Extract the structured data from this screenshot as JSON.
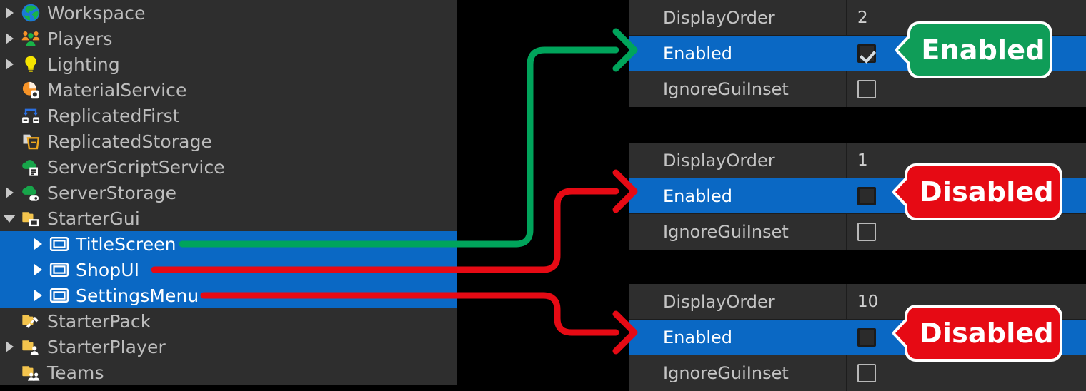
{
  "explorer": {
    "panel_bg": "#2e2e2e",
    "selection_color": "#0a68c4",
    "items": [
      {
        "label": "Workspace",
        "icon": "workspace-icon",
        "indent": 0,
        "twisty": "collapsed",
        "selected": false
      },
      {
        "label": "Players",
        "icon": "players-icon",
        "indent": 0,
        "twisty": "collapsed",
        "selected": false
      },
      {
        "label": "Lighting",
        "icon": "lighting-icon",
        "indent": 0,
        "twisty": "collapsed",
        "selected": false
      },
      {
        "label": "MaterialService",
        "icon": "material-service-icon",
        "indent": 0,
        "twisty": "none",
        "selected": false
      },
      {
        "label": "ReplicatedFirst",
        "icon": "replicated-first-icon",
        "indent": 0,
        "twisty": "none",
        "selected": false
      },
      {
        "label": "ReplicatedStorage",
        "icon": "replicated-storage-icon",
        "indent": 0,
        "twisty": "none",
        "selected": false
      },
      {
        "label": "ServerScriptService",
        "icon": "server-script-service-icon",
        "indent": 0,
        "twisty": "none",
        "selected": false
      },
      {
        "label": "ServerStorage",
        "icon": "server-storage-icon",
        "indent": 0,
        "twisty": "collapsed",
        "selected": false
      },
      {
        "label": "StarterGui",
        "icon": "starter-gui-icon",
        "indent": 0,
        "twisty": "expanded",
        "selected": false
      },
      {
        "label": "TitleScreen",
        "icon": "screen-gui-icon",
        "indent": 1,
        "twisty": "collapsed",
        "selected": true
      },
      {
        "label": "ShopUI",
        "icon": "screen-gui-icon",
        "indent": 1,
        "twisty": "collapsed",
        "selected": true
      },
      {
        "label": "SettingsMenu",
        "icon": "screen-gui-icon",
        "indent": 1,
        "twisty": "collapsed",
        "selected": true
      },
      {
        "label": "StarterPack",
        "icon": "starter-pack-icon",
        "indent": 0,
        "twisty": "none",
        "selected": false
      },
      {
        "label": "StarterPlayer",
        "icon": "starter-player-icon",
        "indent": 0,
        "twisty": "collapsed",
        "selected": false
      },
      {
        "label": "Teams",
        "icon": "teams-icon",
        "indent": 0,
        "twisty": "none",
        "selected": false
      }
    ]
  },
  "properties": {
    "groups": [
      {
        "rows": [
          {
            "name": "DisplayOrder",
            "value": "2",
            "type": "text",
            "selected": false
          },
          {
            "name": "Enabled",
            "value": "",
            "type": "checkbox",
            "checked": true,
            "selected": true
          },
          {
            "name": "IgnoreGuiInset",
            "value": "",
            "type": "checkbox",
            "checked": false,
            "selected": false
          }
        ]
      },
      {
        "rows": [
          {
            "name": "DisplayOrder",
            "value": "1",
            "type": "text",
            "selected": false
          },
          {
            "name": "Enabled",
            "value": "",
            "type": "checkbox",
            "checked": false,
            "selected": true
          },
          {
            "name": "IgnoreGuiInset",
            "value": "",
            "type": "checkbox",
            "checked": false,
            "selected": false
          }
        ]
      },
      {
        "rows": [
          {
            "name": "DisplayOrder",
            "value": "10",
            "type": "text",
            "selected": false
          },
          {
            "name": "Enabled",
            "value": "",
            "type": "checkbox",
            "checked": false,
            "selected": true
          },
          {
            "name": "IgnoreGuiInset",
            "value": "",
            "type": "checkbox",
            "checked": false,
            "selected": false
          }
        ]
      }
    ]
  },
  "callouts": [
    {
      "label": "Enabled",
      "color": "#0f9d58",
      "state": "enabled"
    },
    {
      "label": "Disabled",
      "color": "#e60a14",
      "state": "disabled"
    },
    {
      "label": "Disabled",
      "color": "#e60a14",
      "state": "disabled"
    }
  ],
  "connectors": [
    {
      "from": "TitleScreen",
      "to": "group-1-Enabled",
      "color": "#00a45b"
    },
    {
      "from": "ShopUI",
      "to": "group-2-Enabled",
      "color": "#e60a14"
    },
    {
      "from": "SettingsMenu",
      "to": "group-3-Enabled",
      "color": "#e60a14"
    }
  ],
  "colors": {
    "green": "#00a45b",
    "red": "#e60a14",
    "badge_green": "#0f9d58",
    "badge_red": "#e60a14",
    "selection": "#0a68c4",
    "panel": "#2e2e2e",
    "backdrop": "#000000",
    "checkbox_on": "#0f9ada"
  }
}
